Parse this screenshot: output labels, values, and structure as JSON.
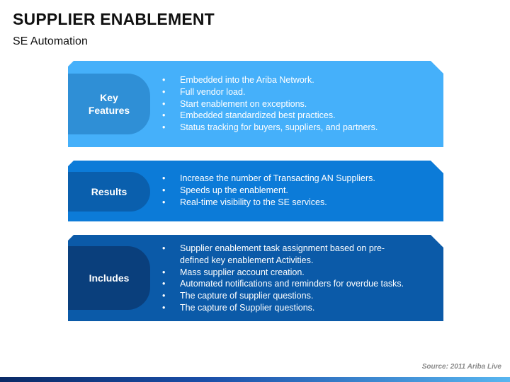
{
  "header": {
    "title": "SUPPLIER ENABLEMENT",
    "subtitle": "SE Automation"
  },
  "colors": {
    "key_features_band": "#45b0fa",
    "key_features_tab": "#2f8fd6",
    "results_band": "#0c7bd8",
    "results_tab": "#0a5fad",
    "includes_band": "#0b5aa8",
    "includes_tab": "#0a3f7c",
    "accent_dark": "#0a2a66"
  },
  "panels": [
    {
      "label_line1": "Key",
      "label_line2": "Features",
      "items": [
        "Embedded into the Ariba Network.",
        "Full vendor load.",
        "Start enablement on exceptions.",
        "Embedded standardized best practices.",
        "Status tracking for buyers, suppliers, and partners."
      ]
    },
    {
      "label_line1": "Results",
      "items": [
        "Increase the number of Transacting AN Suppliers.",
        "Speeds up the enablement.",
        "Real-time visibility to the SE services."
      ]
    },
    {
      "label_line1": "Includes",
      "items": [
        "Supplier enablement task assignment based on pre-defined key enablement Activities.",
        "Mass supplier account creation.",
        "Automated notifications and reminders for overdue tasks.",
        "The capture of supplier questions.",
        "The capture of Supplier questions."
      ]
    }
  ],
  "footer": {
    "source": "Source: 2011 Ariba Live"
  }
}
